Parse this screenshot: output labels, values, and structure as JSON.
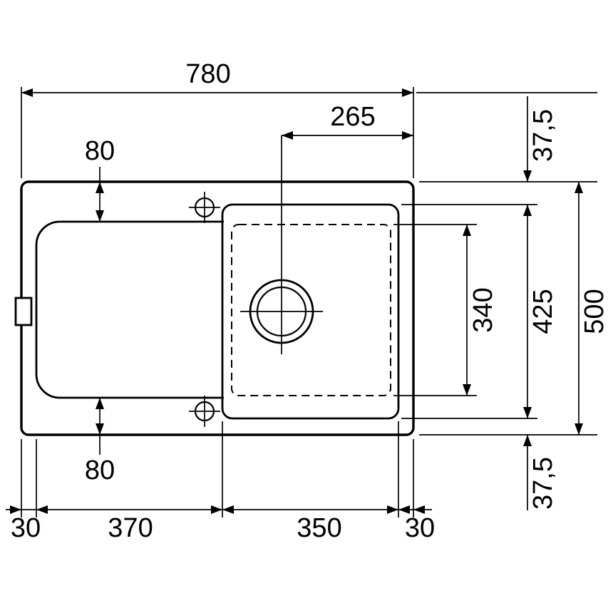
{
  "colors": {
    "ink": "#000000",
    "background": "#ffffff"
  },
  "dims": {
    "overall_width": "780",
    "drain_to_right_edge": "265",
    "tap_inset_top": "80",
    "tap_inset_bottom": "80",
    "bowl_inner_length": "340",
    "bowl_outer_length": "425",
    "overall_depth": "500",
    "rim_top": "37,5",
    "rim_bottom": "37,5",
    "rim_left": "30",
    "drainer_width": "370",
    "bowl_width": "350",
    "rim_right": "30"
  }
}
